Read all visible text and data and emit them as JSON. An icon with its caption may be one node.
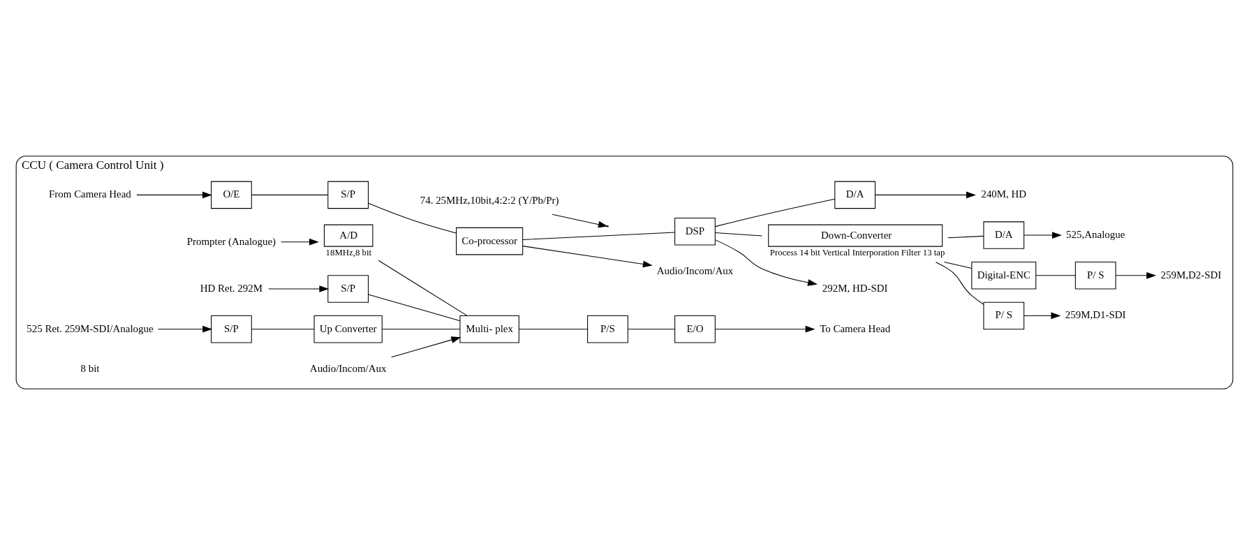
{
  "diagram": {
    "nodes": [
      {
        "text": [
          "CCU ( Camera Control Unit )"
        ]
      },
      {
        "text": [
          "From Camera Head"
        ],
        "in": 0
      },
      {
        "text": [
          "O/E"
        ],
        "in": 0
      },
      {
        "text": [
          "S/P"
        ],
        "in": 0
      },
      {
        "text": [
          "Co-processor"
        ],
        "in": 0
      },
      {
        "text": [
          "Audio/Incom/Aux"
        ],
        "in": 0
      },
      {
        "text": [
          "DSP"
        ],
        "in": 0
      },
      {
        "text": [
          "74. 25MHz,10bit,4:2:2 (Y/Pb/Pr)"
        ],
        "in": 0
      },
      {
        "text": [
          "D/A"
        ],
        "in": 0
      },
      {
        "text": [
          "240M, HD"
        ],
        "in": 0
      },
      {
        "text": [
          "292M, HD-SDI"
        ],
        "in": 0
      },
      {
        "text": [
          "Down-Converter"
        ],
        "beside": [
          "Process 14 bit Vertical Interporation Filter 13 tap"
        ],
        "in": 0
      },
      {
        "text": [
          "P/ S"
        ],
        "in": 0
      },
      {
        "text": [
          "259M,D1-SDI"
        ],
        "in": 0
      },
      {
        "text": [
          "Digital-ENC"
        ],
        "in": 0
      },
      {
        "text": [
          "P/ S"
        ],
        "in": 0
      },
      {
        "text": [
          "259M,D2-SDI"
        ],
        "in": 0
      },
      {
        "text": [
          "D/A"
        ],
        "in": 0
      },
      {
        "text": [
          "525,Analogue"
        ],
        "in": 0
      },
      {
        "text": [
          "To Camera Head"
        ],
        "in": 0
      },
      {
        "text": [
          "E/O"
        ],
        "in": 0
      },
      {
        "text": [
          "P/S"
        ],
        "in": 0
      },
      {
        "text": [
          "Multi- plex"
        ],
        "in": 0
      },
      {
        "text": [
          "S/P"
        ],
        "in": 0
      },
      {
        "text": [
          "HD Ret. 292M"
        ],
        "in": 0
      },
      {
        "text": [
          "Up Converter"
        ],
        "in": 0
      },
      {
        "text": [
          "S/P"
        ],
        "in": 0
      },
      {
        "text": [
          "525 Ret. 259M-SDI/Analogue"
        ],
        "in": 0
      },
      {
        "text": [
          "Audio/Incom/Aux"
        ],
        "in": 0
      },
      {
        "text": [
          "A/D"
        ],
        "beside": [
          "18MHz,8 bit"
        ],
        "in": 0
      },
      {
        "text": [
          "Prompter (Analogue)"
        ],
        "in": 0
      }
    ],
    "edges": [
      {
        "from": 1,
        "to": 2,
        "arrow": "to"
      },
      {
        "from": 2,
        "to": 3,
        "arrow": "none"
      },
      {
        "from": 3,
        "to": 4,
        "arrow": "none"
      },
      {
        "from": 4,
        "to": 5,
        "arrow": "to"
      },
      {
        "from": 4,
        "to": 6,
        "arrow": "none"
      },
      {
        "from": 7,
        "to": null,
        "arrow": "to"
      },
      {
        "from": 6,
        "to": 8,
        "arrow": "none"
      },
      {
        "from": 8,
        "to": 9,
        "arrow": "to"
      },
      {
        "from": 6,
        "to": 10,
        "arrow": "to"
      },
      {
        "from": 6,
        "to": 11,
        "arrow": "none"
      },
      {
        "from": 11,
        "to": 12,
        "arrow": "none"
      },
      {
        "from": 12,
        "to": 13,
        "arrow": "to"
      },
      {
        "from": 11,
        "to": 14,
        "arrow": "none"
      },
      {
        "from": 14,
        "to": 15,
        "arrow": "none"
      },
      {
        "from": 15,
        "to": 16,
        "arrow": "to"
      },
      {
        "from": 11,
        "to": 17,
        "arrow": "none"
      },
      {
        "from": 17,
        "to": 18,
        "arrow": "to"
      },
      {
        "from": 24,
        "to": 23,
        "arrow": "to"
      },
      {
        "from": 23,
        "to": 22,
        "arrow": "none"
      },
      {
        "from": 27,
        "to": 26,
        "arrow": "to"
      },
      {
        "from": 26,
        "to": 25,
        "arrow": "none"
      },
      {
        "from": 25,
        "to": 22,
        "arrow": "none"
      },
      {
        "from": 28,
        "to": 22,
        "arrow": "to"
      },
      {
        "from": 30,
        "to": 29,
        "arrow": "to"
      },
      {
        "from": 29,
        "to": 22,
        "arrow": "none"
      },
      {
        "from": 22,
        "to": 21,
        "arrow": "none"
      },
      {
        "from": 21,
        "to": 20,
        "arrow": "none"
      },
      {
        "from": 20,
        "to": 19,
        "arrow": "to"
      }
    ],
    "labels": [
      "8 bit"
    ]
  }
}
